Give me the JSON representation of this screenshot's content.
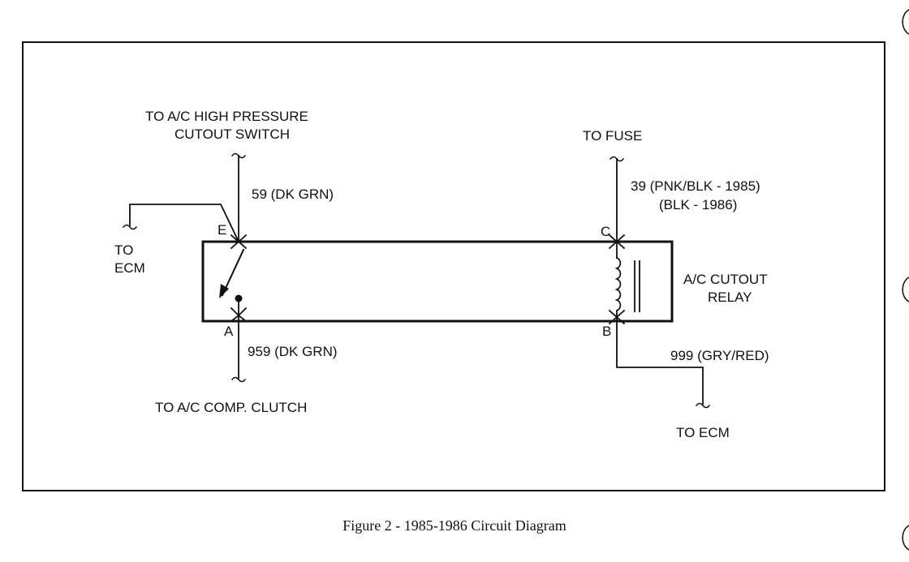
{
  "diagram": {
    "labels": {
      "hp_switch_line1": "TO A/C HIGH PRESSURE",
      "hp_switch_line2": "CUTOUT SWITCH",
      "to_fuse": "TO FUSE",
      "wire_59": "59 (DK GRN)",
      "wire_39_line1": "39 (PNK/BLK - 1985)",
      "wire_39_line2": "(BLK - 1986)",
      "to_ecm_left_line1": "TO",
      "to_ecm_left_line2": "ECM",
      "pin_e": "E",
      "pin_c": "C",
      "pin_a": "A",
      "pin_b": "B",
      "relay_line1": "A/C CUTOUT",
      "relay_line2": "RELAY",
      "wire_959": "959 (DK GRN)",
      "wire_999": "999 (GRY/RED)",
      "to_comp_clutch": "TO A/C COMP. CLUTCH",
      "to_ecm_right": "TO ECM"
    },
    "caption": "Figure 2 - 1985-1986 Circuit Diagram"
  }
}
